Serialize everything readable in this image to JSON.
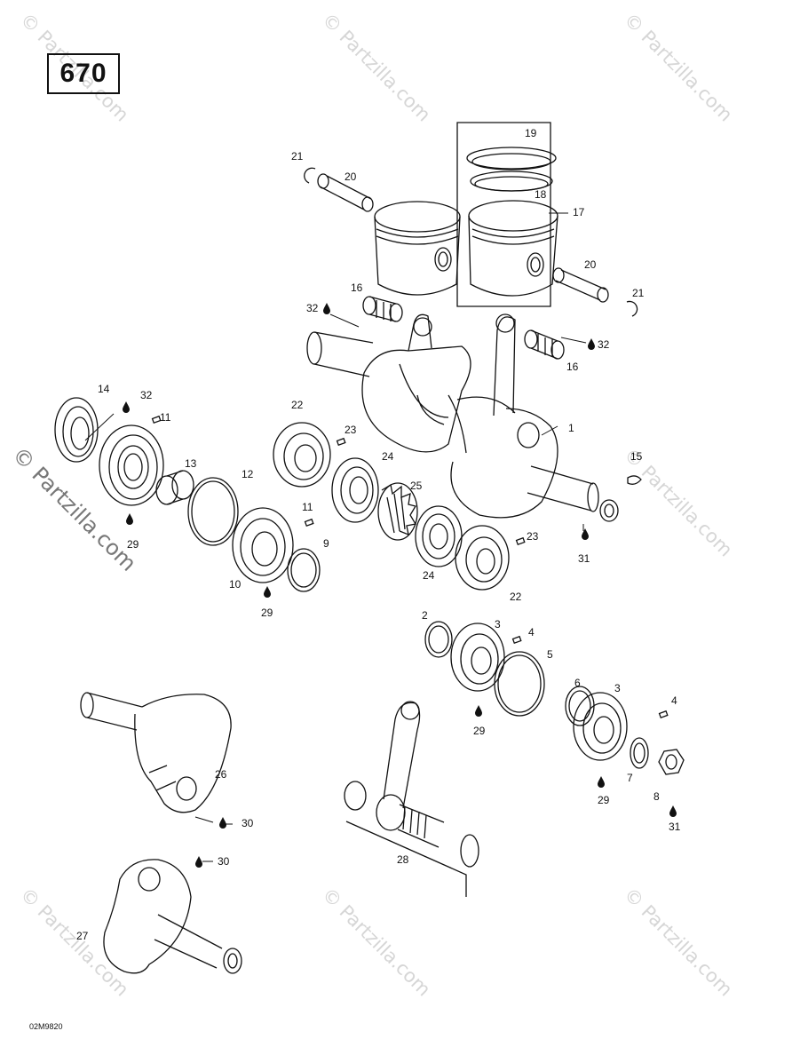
{
  "section_number": "670",
  "drawing_code": "02M9820",
  "watermark": "© Partzilla.com",
  "callouts": {
    "c1": "1",
    "c2a": "2",
    "c3a": "3",
    "c3b": "3",
    "c4a": "4",
    "c4b": "4",
    "c5": "5",
    "c6": "6",
    "c7": "7",
    "c8": "8",
    "c9": "9",
    "c10": "10",
    "c11a": "11",
    "c11b": "11",
    "c12": "12",
    "c13": "13",
    "c14": "14",
    "c15": "15",
    "c16a": "16",
    "c16b": "16",
    "c17": "17",
    "c18": "18",
    "c19": "19",
    "c20a": "20",
    "c20b": "20",
    "c21a": "21",
    "c21b": "21",
    "c22a": "22",
    "c22b": "22",
    "c23a": "23",
    "c23b": "23",
    "c24a": "24",
    "c24b": "24",
    "c25": "25",
    "c26": "26",
    "c27": "27",
    "c28": "28",
    "c29a": "29",
    "c29b": "29",
    "c29c": "29",
    "c29d": "29",
    "c30a": "30",
    "c30b": "30",
    "c31a": "31",
    "c31b": "31",
    "c32a": "32",
    "c32b": "32",
    "c32c": "32"
  },
  "icons": {
    "drop": "oil-drop-icon"
  }
}
